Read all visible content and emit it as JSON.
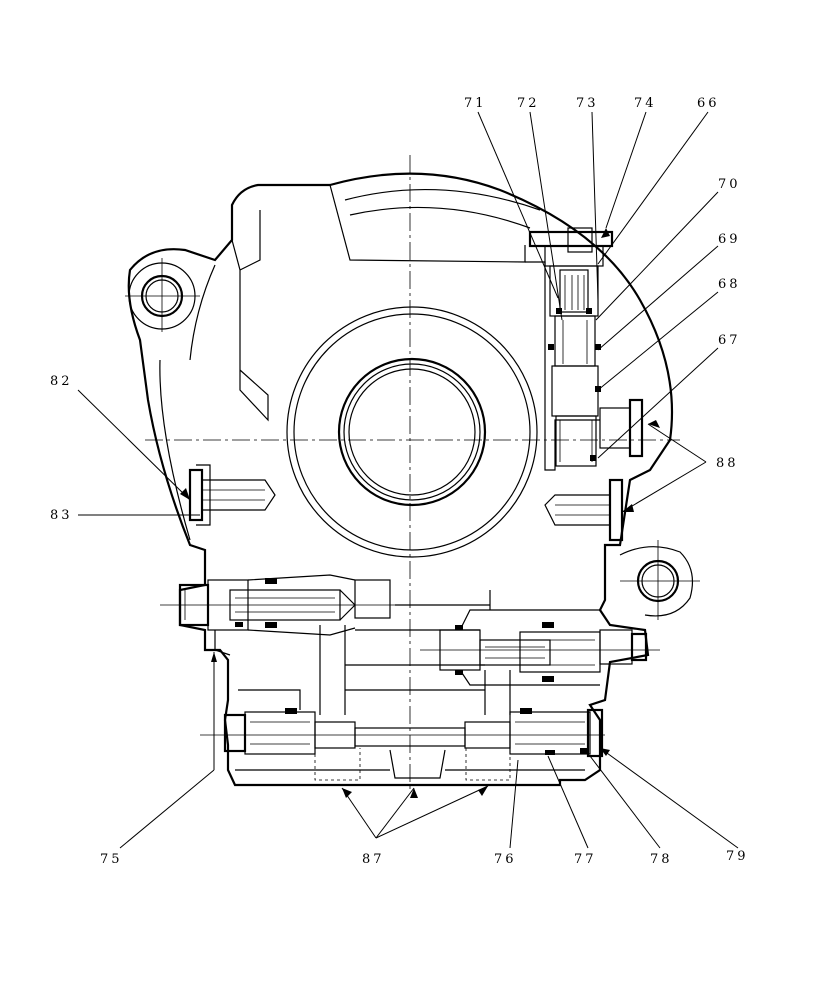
{
  "diagram": {
    "callouts": {
      "c71": "71",
      "c72": "72",
      "c73": "73",
      "c74": "74",
      "c66": "66",
      "c70": "70",
      "c69": "69",
      "c68": "68",
      "c67": "67",
      "c82": "82",
      "c83": "83",
      "c88": "88",
      "c75": "75",
      "c87": "87",
      "c76": "76",
      "c77": "77",
      "c78": "78",
      "c79": "79"
    }
  }
}
